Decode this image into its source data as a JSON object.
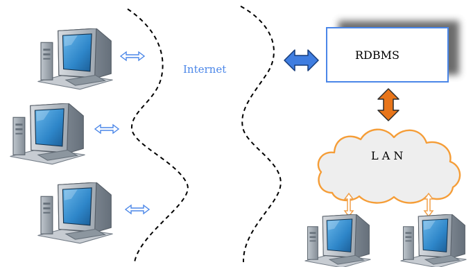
{
  "internet": {
    "label": "Internet",
    "label_color": "#4a86e8"
  },
  "database": {
    "label": "RDBMS",
    "border_color": "#4a86e8"
  },
  "network": {
    "label": "L A N",
    "outline_color": "#f59d37",
    "fill_color": "#eeeeee"
  },
  "arrows": {
    "internet_link_color": "#3f7de0",
    "lan_link_color": "#e8751a",
    "client_link_color": "#4a86e8",
    "lan_client_link_color": "#f0a04b"
  },
  "clients": {
    "remote_count": 3,
    "local_count": 2
  },
  "icons": {
    "computer": "computer-icon",
    "link": "double-arrow-icon",
    "cloud": "cloud-icon"
  }
}
